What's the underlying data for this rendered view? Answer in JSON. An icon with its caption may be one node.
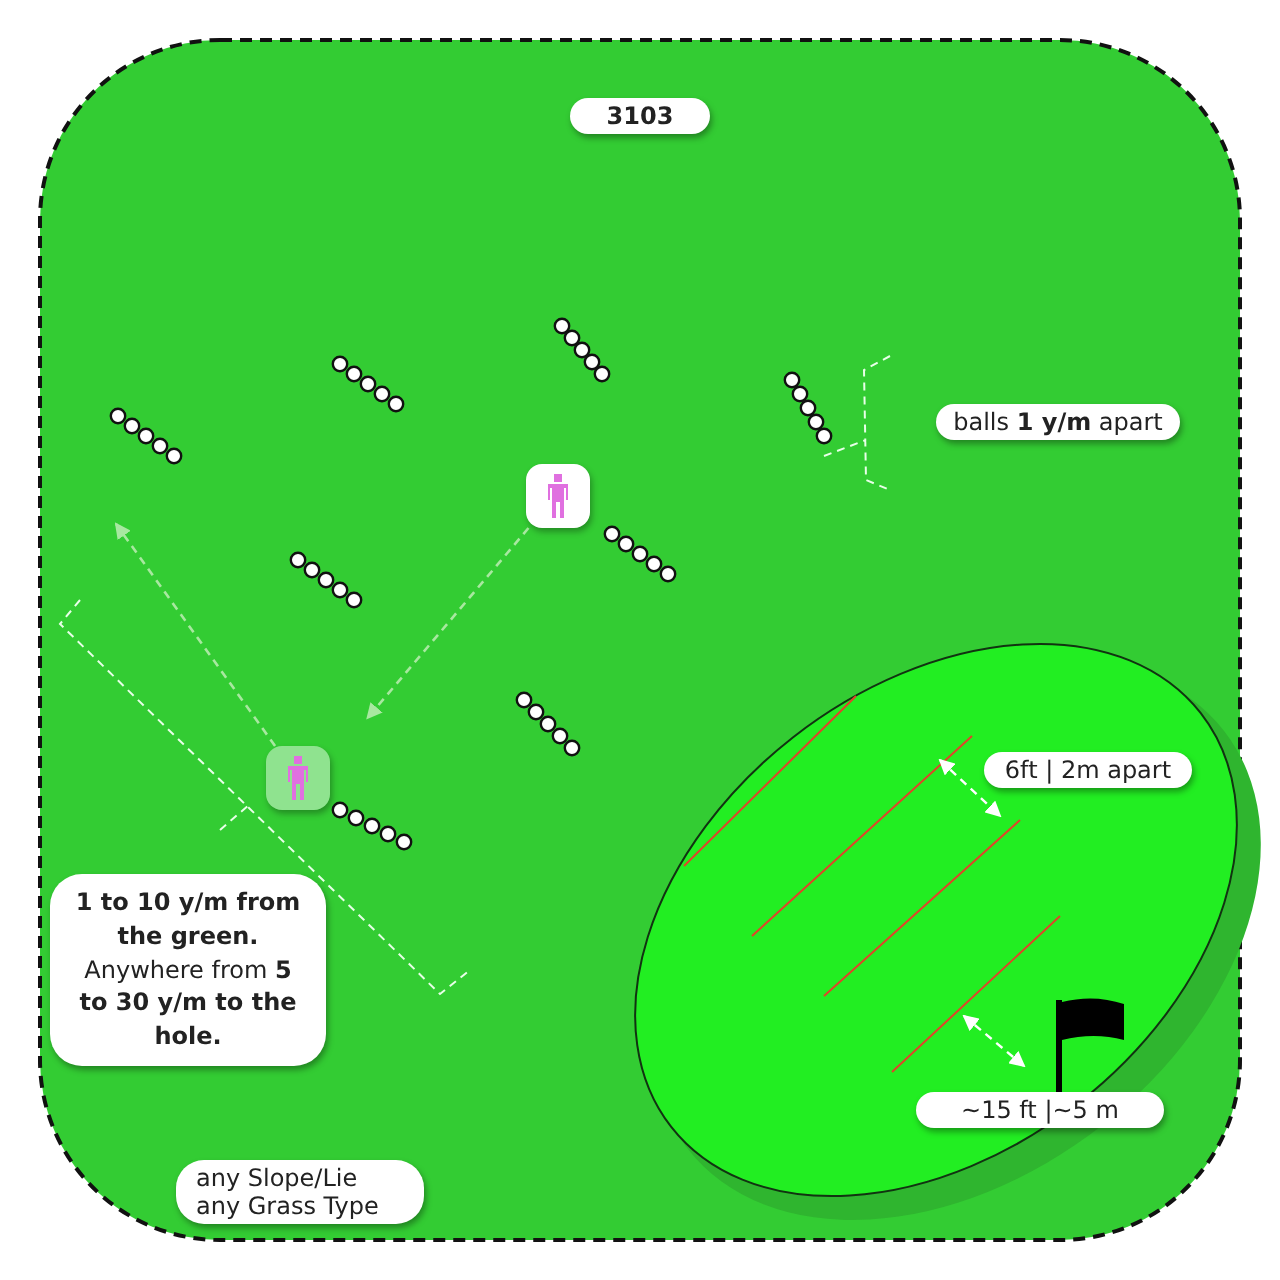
{
  "diagram": {
    "title": "3103",
    "nodes": [
      {
        "text": [],
        "shape": "person"
      },
      {
        "text": [],
        "shape": "person"
      }
    ],
    "edges": [
      {
        "from": 0,
        "to": 1,
        "arrow": "to",
        "style": "dashed"
      },
      {
        "from": 1,
        "to": null,
        "arrow": "to",
        "style": "dashed"
      }
    ],
    "labels": [
      "balls **1 y/m** apart",
      "6ft | 2m apart",
      "**1 to 10 y/m from the green.** Anywhere from **5 to 30 y/m to the hole.**",
      "~15 ft |~5 m",
      "any Slope/Lie any Grass Type"
    ]
  }
}
